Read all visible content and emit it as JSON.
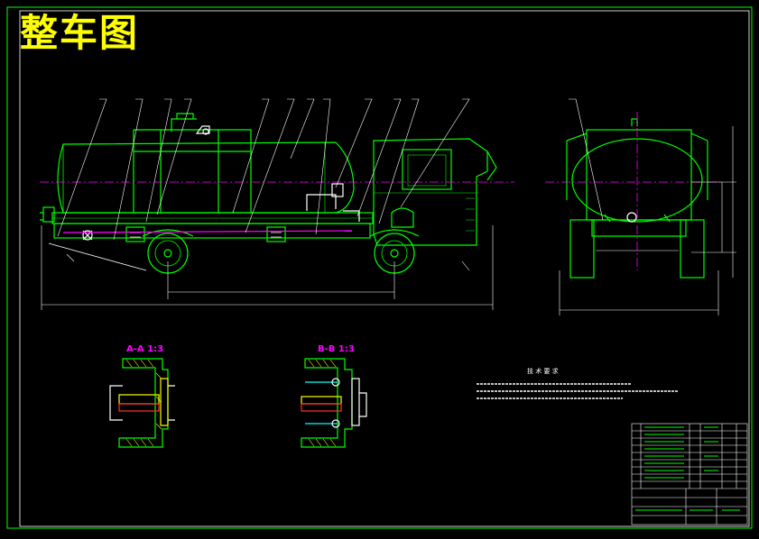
{
  "drawing": {
    "title": "整车图",
    "section_aa": "A-A 1:3",
    "section_bb": "B-B 1:3",
    "tech_req_title": "技 术 要 求"
  },
  "colors": {
    "background": "#000000",
    "frame": "#00ff00",
    "structure": "#00ff00",
    "title": "#ffff00",
    "dim": "#ffffff",
    "centerline": "#ff00ff",
    "section_label": "#ff00ff",
    "hatch": "#ffff00",
    "red": "#ff3030",
    "cyan": "#00ffff"
  }
}
